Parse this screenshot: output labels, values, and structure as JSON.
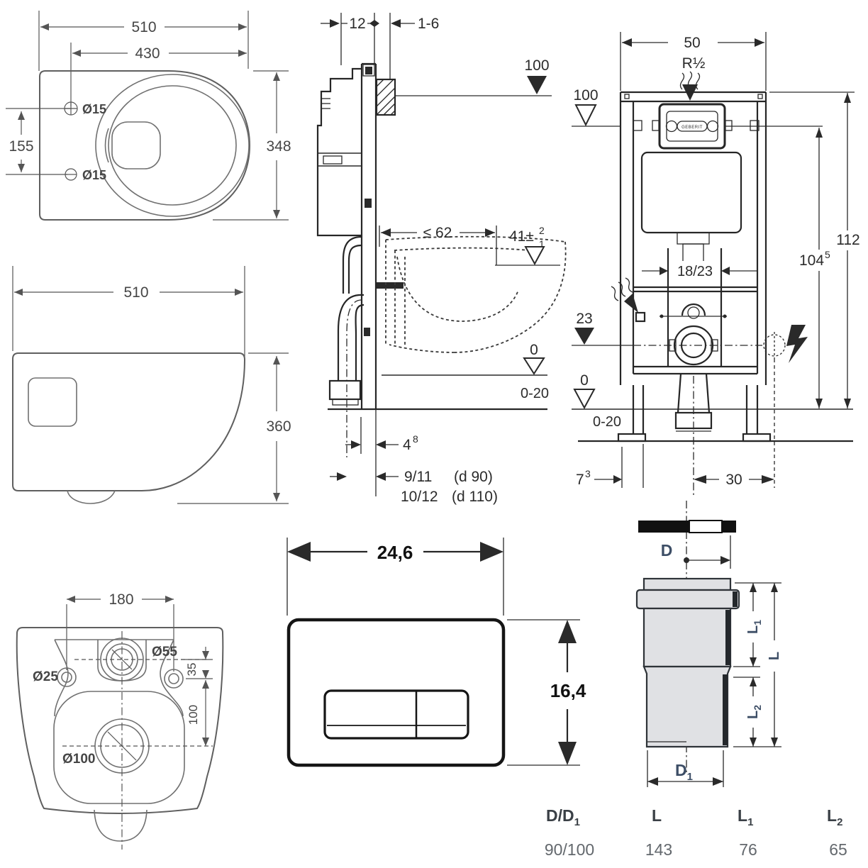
{
  "colors": {
    "line_dark": "#262626",
    "line_toilet_grey": "#5f5f5f",
    "pipe_fill_grey": "#e0e1e4",
    "label_blue_grey": "#3d4e66",
    "table_header": "#3a4046",
    "table_value": "#63686d",
    "background": "#ffffff"
  },
  "top_view": {
    "dim_width": "510",
    "dim_seat": "430",
    "dim_depth": "348",
    "dim_holes": "155",
    "hole_top": "Ø15",
    "hole_bottom": "Ø15"
  },
  "side_view": {
    "dim_width": "510",
    "dim_height": "360"
  },
  "rear_view": {
    "dim_width": "180",
    "hole_inlet": "Ø55",
    "hole_fixing": "Ø25",
    "hole_outlet": "Ø100",
    "dim_offset": "35",
    "dim_spacing": "100"
  },
  "section_view": {
    "dim_rail": "12",
    "dim_wall": "1-6",
    "dim_top": "100",
    "dim_seat_depth": "≤ 62",
    "dim_seat_height": "41±",
    "tol_plus": "2",
    "tol_minus": "1",
    "level_zero": "0",
    "level_range": "0-20",
    "dim_offset": "4",
    "dim_offset_sup": "8",
    "dim_drain_1": "9/11",
    "dim_drain_1_note": "(d 90)",
    "dim_drain_2": "10/12",
    "dim_drain_2_note": "(d 110)"
  },
  "front_view": {
    "dim_width": "50",
    "supply_label": "R½",
    "dim_plate_height": "100",
    "dim_total_height": "112",
    "dim_height": "104",
    "dim_height_sup": "5",
    "dim_bolts": "18/23",
    "dim_drain_height": "23",
    "level_zero": "0",
    "level_range": "0-20",
    "dim_leg": "7",
    "dim_leg_sup": "3",
    "dim_center": "30",
    "brand": "GEBERIT"
  },
  "flush_plate": {
    "dim_width": "24,6",
    "dim_height": "16,4"
  },
  "pipe_fitting": {
    "label_d": "D",
    "label_d1_base": "D",
    "label_d1_sub": "1",
    "label_l": "L",
    "label_l1_base": "L",
    "label_l1_sub": "1",
    "label_l2_base": "L",
    "label_l2_sub": "2"
  },
  "spec_table": {
    "headers": [
      {
        "base": "D/D",
        "sub": "1"
      },
      {
        "base": "L",
        "sub": ""
      },
      {
        "base": "L",
        "sub": "1"
      },
      {
        "base": "L",
        "sub": "2"
      }
    ],
    "values": [
      "90/100",
      "143",
      "76",
      "65"
    ]
  }
}
